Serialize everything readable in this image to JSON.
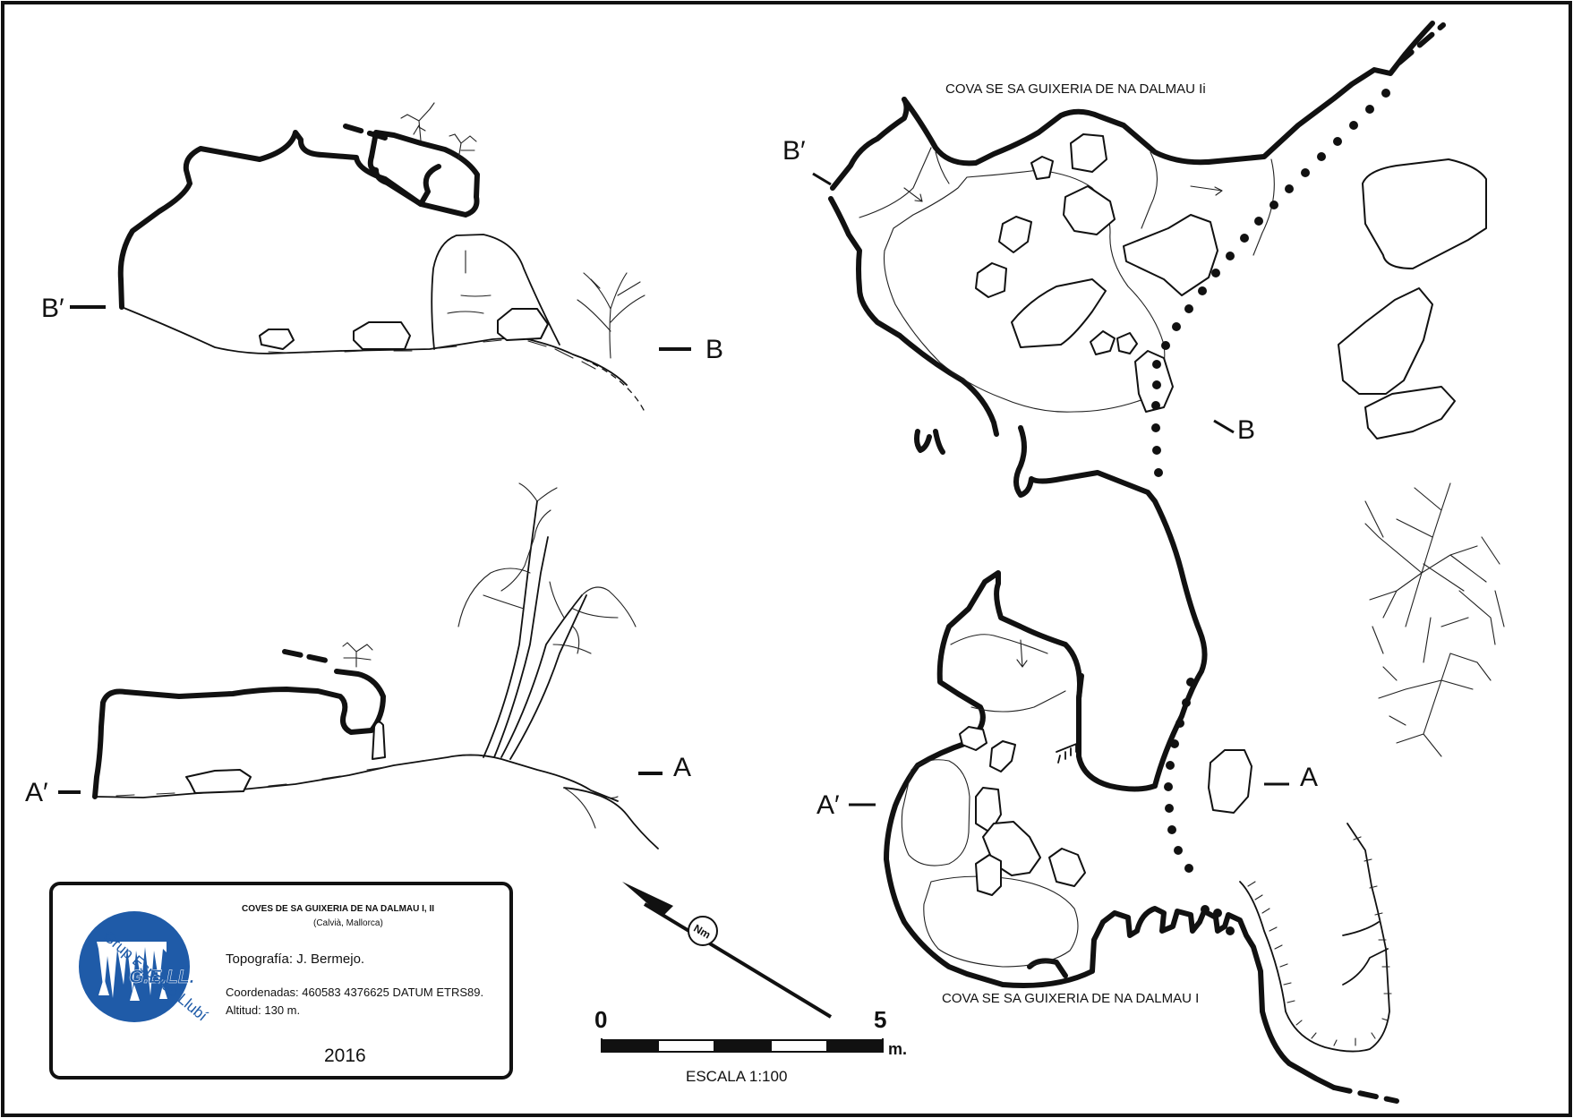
{
  "plan": {
    "cave_ii_label": "COVA SE SA GUIXERIA DE NA DALMAU Ii",
    "cave_i_label": "COVA SE SA GUIXERIA DE NA DALMAU I",
    "marker_b_prime": "B′",
    "marker_b": "B",
    "marker_a_prime": "A′",
    "marker_a": "A"
  },
  "section_b": {
    "left_label": "B′",
    "right_label": "B"
  },
  "section_a": {
    "left_label": "A′",
    "right_label": "A"
  },
  "north_arrow": {
    "label": "Nm"
  },
  "scale_bar": {
    "start": "0",
    "end": "5",
    "unit": "m.",
    "caption": "ESCALA 1:100"
  },
  "title_block": {
    "title": "COVES DE SA GUIXERIA DE NA DALMAU I, II",
    "location": "(Calvià, Mallorca)",
    "topography": "Topografía: J. Bermejo.",
    "coordinates": "Coordenadas:  460583  4376625 DATUM ETRS89.",
    "altitude": "Altitud: 130 m.",
    "year": "2016",
    "logo_text": "G.E.LL.",
    "logo_ring_text": "Grup Espeleo Llubí",
    "logo_color": "#1f5ba8"
  }
}
